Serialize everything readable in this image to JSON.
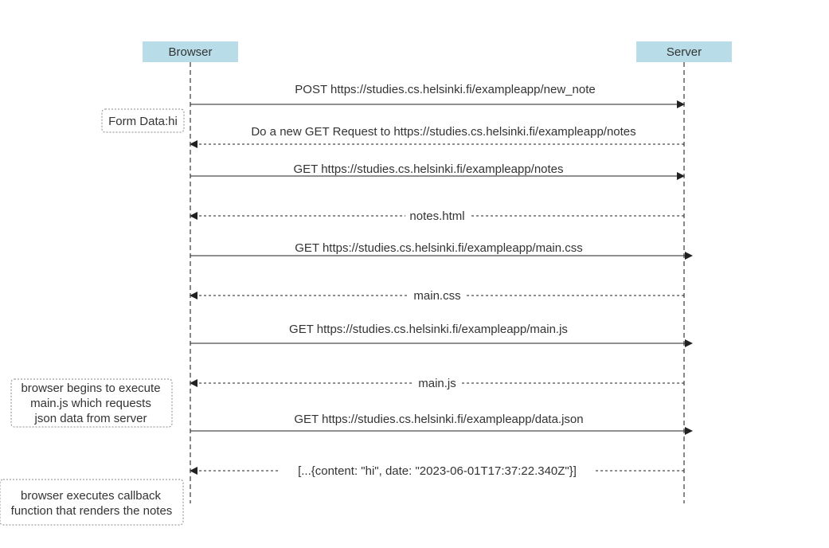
{
  "colors": {
    "actor_fill": "#b8dde8",
    "line": "#333333",
    "lifeline": "#888888",
    "note_border": "#888888"
  },
  "actors": {
    "browser": "Browser",
    "server": "Server"
  },
  "messages": [
    {
      "label": "POST https://studies.cs.helsinki.fi/exampleapp/new_note",
      "from": "browser",
      "to": "server",
      "style": "solid"
    },
    {
      "label": "Do a new GET Request to https://studies.cs.helsinki.fi/exampleapp/notes",
      "from": "server",
      "to": "browser",
      "style": "dashed"
    },
    {
      "label": "GET https://studies.cs.helsinki.fi/exampleapp/notes",
      "from": "browser",
      "to": "server",
      "style": "solid"
    },
    {
      "label": "notes.html",
      "from": "server",
      "to": "browser",
      "style": "dashed"
    },
    {
      "label": "GET https://studies.cs.helsinki.fi/exampleapp/main.css",
      "from": "browser",
      "to": "server",
      "style": "solid"
    },
    {
      "label": "main.css",
      "from": "server",
      "to": "browser",
      "style": "dashed"
    },
    {
      "label": "GET https://studies.cs.helsinki.fi/exampleapp/main.js",
      "from": "browser",
      "to": "server",
      "style": "solid"
    },
    {
      "label": "main.js",
      "from": "server",
      "to": "browser",
      "style": "dashed"
    },
    {
      "label": "GET https://studies.cs.helsinki.fi/exampleapp/data.json",
      "from": "browser",
      "to": "server",
      "style": "solid"
    },
    {
      "label": "[...{content: \"hi\", date: \"2023-06-01T17:37:22.340Z\"}]",
      "from": "server",
      "to": "browser",
      "style": "dashed"
    }
  ],
  "notes": [
    {
      "lines": [
        "Form Data:hi"
      ]
    },
    {
      "lines": [
        "browser begins to execute",
        "main.js which requests",
        "json data from server"
      ]
    },
    {
      "lines": [
        "browser executes callback",
        "function that renders the notes"
      ]
    }
  ]
}
